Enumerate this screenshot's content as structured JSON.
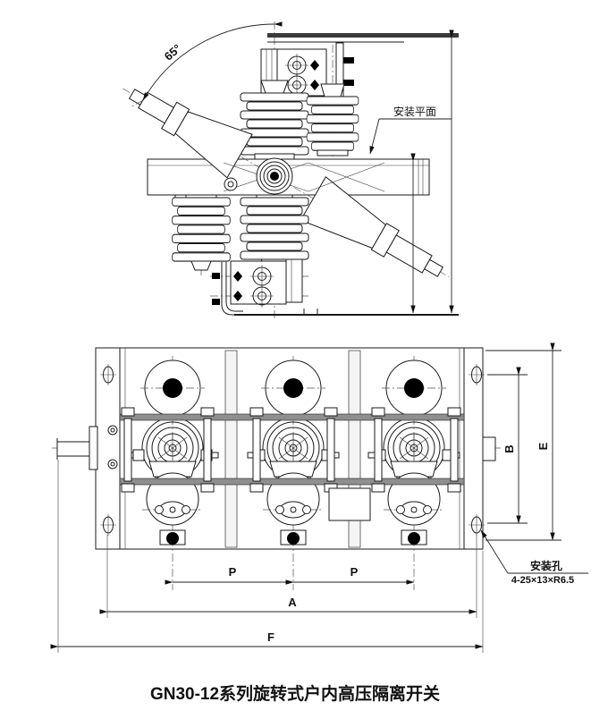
{
  "drawing": {
    "title": "GN30-12系列旋转式户内高压隔离开关",
    "side_view": {
      "rotation_angle": "65°",
      "mounting_plane": "安装平面"
    },
    "plan_view": {
      "mounting_hole": "安装孔",
      "mounting_hole_spec": "4-25×13×R6.5",
      "dims": {
        "b": "B",
        "e": "E",
        "p_left": "P",
        "p_right": "P",
        "a": "A",
        "f": "F"
      }
    },
    "colors": {
      "line": "#1a1a1a",
      "rail_gray": "#8f8f8f",
      "black_fill": "#000000",
      "background": "#ffffff"
    }
  }
}
